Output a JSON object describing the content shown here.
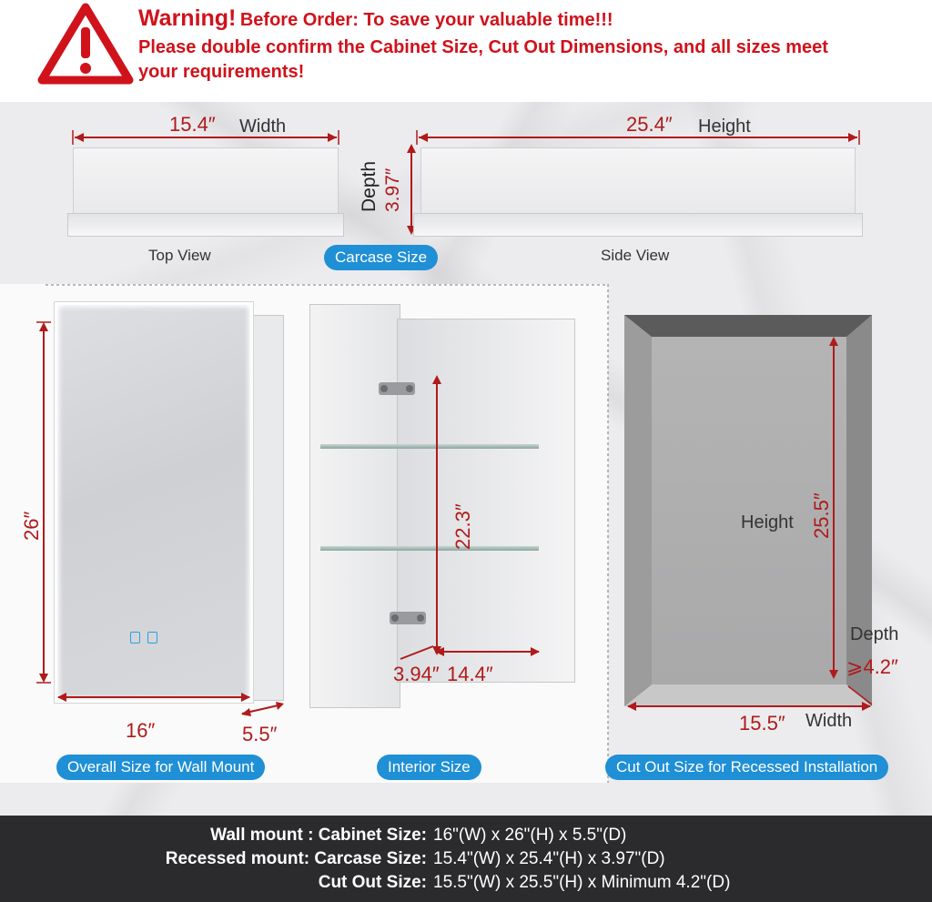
{
  "warning": {
    "title": "Warning!",
    "subtitle": "Before Order: To save your valuable time!!!",
    "line2": "Please double confirm the Cabinet Size, Cut Out Dimensions, and all sizes meet",
    "line3": "your requirements!",
    "color": "#d0121b"
  },
  "carcase": {
    "top_width_value": "15.4″",
    "top_width_word": "Width",
    "side_height_value": "25.4″",
    "side_height_word": "Height",
    "depth_word": "Depth",
    "depth_value": "3.97″",
    "top_view_label": "Top View",
    "side_view_label": "Side View",
    "badge": "Carcase Size"
  },
  "wall": {
    "height_value": "26″",
    "width_value": "16″",
    "depth_value": "5.5″",
    "badge": "Overall Size for Wall Mount"
  },
  "interior": {
    "height_value": "22.3″",
    "depth_value": "3.94″",
    "width_value": "14.4″",
    "badge": "Interior Size"
  },
  "cutout": {
    "height_word": "Height",
    "height_value": "25.5″",
    "depth_word": "Depth",
    "depth_value": "⩾4.2″",
    "width_value": "15.5″",
    "width_word": "Width",
    "badge": "Cut Out Size for Recessed Installation"
  },
  "specs": [
    {
      "label": "Wall mount : Cabinet Size:",
      "value": "16\"(W) x 26\"(H) x 5.5\"(D)"
    },
    {
      "label": "Recessed mount: Carcase Size:",
      "value": "15.4\"(W) x 25.4\"(H) x 3.97\"(D)"
    },
    {
      "label": "Cut Out Size:",
      "value": "15.5\"(W) x 25.5\"(H) x Minimum 4.2\"(D)"
    }
  ],
  "colors": {
    "dimension": "#b01a1a",
    "badge": "#1f8fd6",
    "spec_band": "#2b2b2d"
  }
}
